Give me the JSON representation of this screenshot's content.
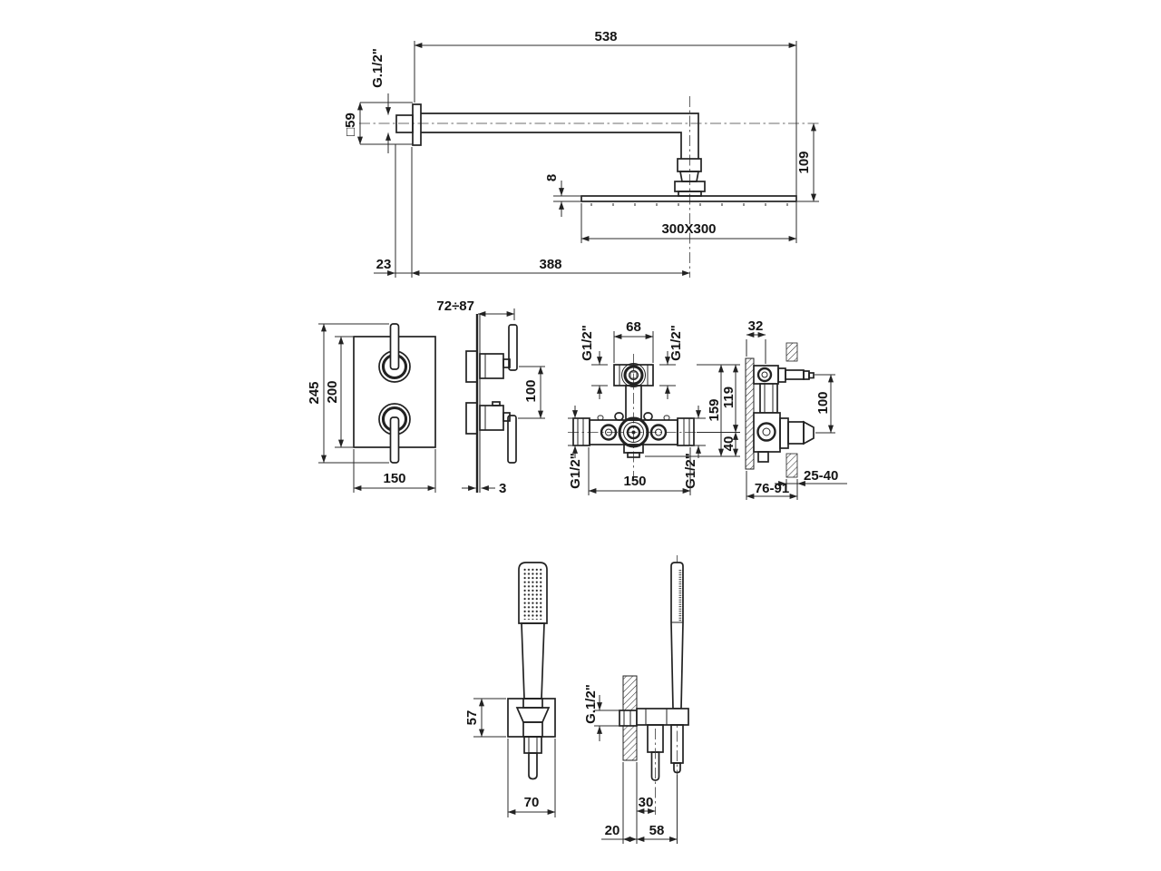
{
  "meta": {
    "background": "#ffffff",
    "line_color": "#222222"
  },
  "dims": {
    "overhead": {
      "arm_length": "538",
      "thread": "G.1/2\"",
      "escutcheon": "□59",
      "head_thickness": "8",
      "drop_height": "109",
      "head_size": "300X300",
      "wall_offset": "23",
      "projection": "388"
    },
    "mixer_front": {
      "overall_height": "245",
      "plate_height": "200",
      "plate_width": "150"
    },
    "mixer_side": {
      "depth_range": "72÷87",
      "handle_spacing": "100",
      "plate_thickness": "3"
    },
    "valve_front": {
      "port_width": "68",
      "thread_top_left": "G1/2\"",
      "thread_top_right": "G1/2\"",
      "thread_bottom_left": "G1/2\"",
      "thread_bottom_right": "G1/2\"",
      "body_width": "150",
      "height_total": "159",
      "height_upper": "119",
      "height_lower": "40"
    },
    "valve_side": {
      "top_depth": "32",
      "cartridge_spacing": "100",
      "plaster_adjust": "25-40",
      "depth_range": "76-91"
    },
    "hand_front": {
      "bracket_height": "57",
      "bracket_width": "70"
    },
    "hand_side": {
      "thread": "G.1/2\"",
      "outlet_offset": "30",
      "wall_depth": "20",
      "axis_offset": "58"
    }
  }
}
